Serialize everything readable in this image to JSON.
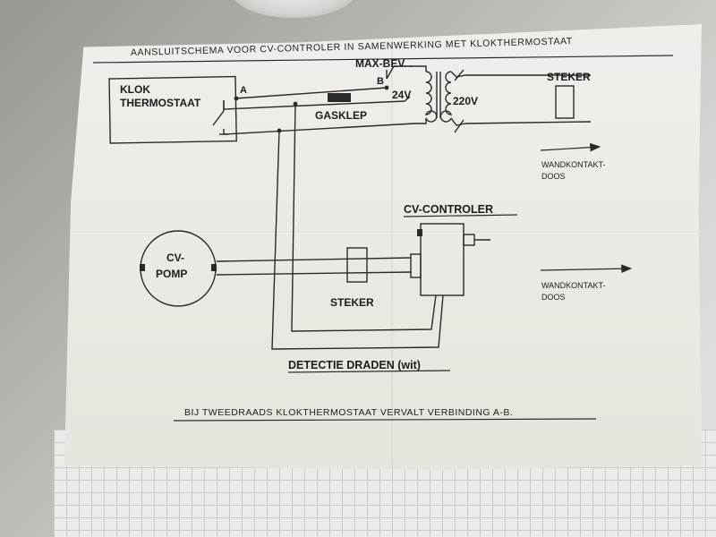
{
  "header": "AANSLUITSCHEMA VOOR CV-CONTROLER IN SAMENWERKING MET KLOKTHERMOSTAAT",
  "labels": {
    "klok_line1": "KLOK",
    "klok_line2": "THERMOSTAAT",
    "terminal_a": "A",
    "terminal_b": "B",
    "max_bev": "MAX-BEV.",
    "gasklep": "GASKLEP",
    "v24": "24V",
    "v220": "220V",
    "steker_top": "STEKER",
    "wandkontakt_top_1": "WANDKONTAKT-",
    "wandkontakt_top_2": "DOOS",
    "cv_controler": "CV-CONTROLER",
    "cv_pomp_line1": "CV-",
    "cv_pomp_line2": "POMP",
    "steker_mid": "STEKER",
    "wandkontakt_mid_1": "WANDKONTAKT-",
    "wandkontakt_mid_2": "DOOS",
    "detectie": "DETECTIE DRADEN (wit)"
  },
  "footer": "BIJ TWEEDRAADS KLOKTHERMOSTAAT VERVALT VERBINDING A-B."
}
